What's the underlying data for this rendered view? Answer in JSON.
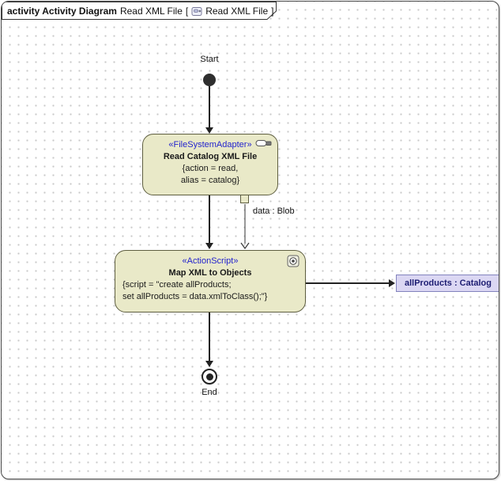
{
  "frame": {
    "title_bold": "activity Activity Diagram",
    "name": "Read XML File",
    "bracket_open": "[",
    "ref": "Read XML File",
    "bracket_close": "]"
  },
  "nodes": {
    "start": {
      "label": "Start"
    },
    "read_catalog": {
      "stereotype": "«FileSystemAdapter»",
      "name": "Read Catalog XML File",
      "props_line1": "{action = read,",
      "props_line2": "alias = catalog}"
    },
    "pin": {
      "label": "data : Blob"
    },
    "map_xml": {
      "stereotype": "«ActionScript»",
      "name": "Map XML to Objects",
      "script_line1": "{script = \"create allProducts;",
      "script_line2": "set allProducts = data.xmlToClass();\"}"
    },
    "object_node": {
      "label": "allProducts : Catalog"
    },
    "end": {
      "label": "End"
    }
  },
  "icons": {
    "frame_diagram_icon": "activity-diagram-icon",
    "node1_icon": "file-system-adapter-icon",
    "node2_icon": "action-script-icon"
  },
  "colors": {
    "node_fill": "#e9e9c8",
    "node_border": "#5e5e40",
    "stereotype_color": "#2323cd",
    "object_fill": "#dbd7f3",
    "object_border": "#8383bd",
    "object_text": "#1d1d72",
    "edge_color": "#222222",
    "grid_dot": "#c9c9c9"
  }
}
